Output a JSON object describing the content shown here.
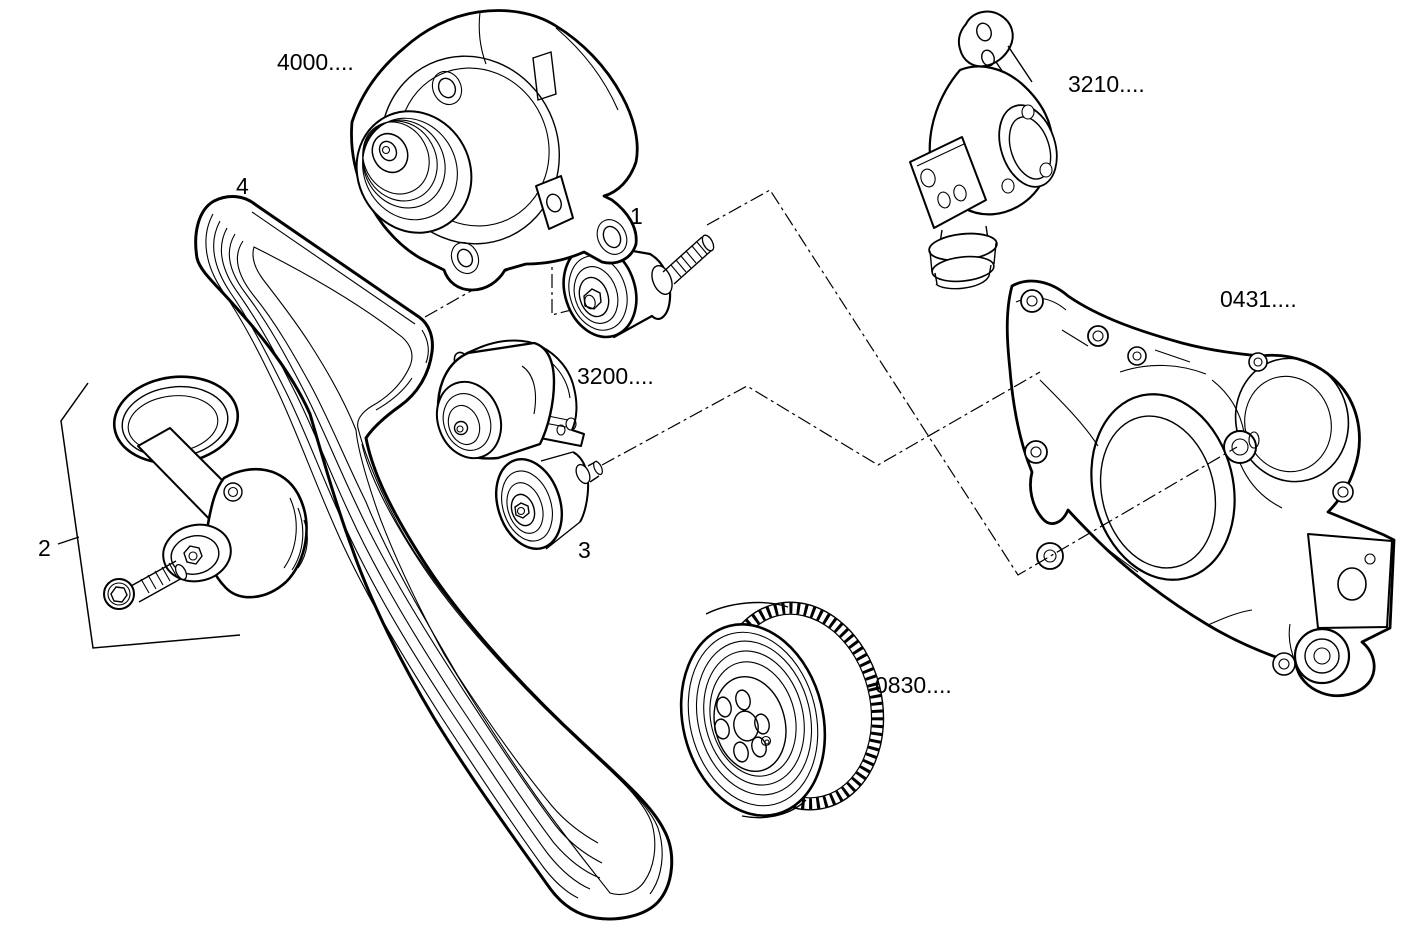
{
  "diagram": {
    "background": "#ffffff",
    "line_color": "#000000",
    "labels": [
      {
        "part": "alternator",
        "text": "4000...."
      },
      {
        "part": "belt",
        "text": "4"
      },
      {
        "part": "idler-pulley-with-bolt",
        "text": "1"
      },
      {
        "part": "tensioner-assembly",
        "text": "3200...."
      },
      {
        "part": "idler-pulley",
        "text": "3"
      },
      {
        "part": "belt-tensioner",
        "text": "2"
      },
      {
        "part": "crankshaft-pulley",
        "text": "0830...."
      },
      {
        "part": "thermostat-housing",
        "text": "3210...."
      },
      {
        "part": "front-cover",
        "text": "0431...."
      }
    ]
  }
}
